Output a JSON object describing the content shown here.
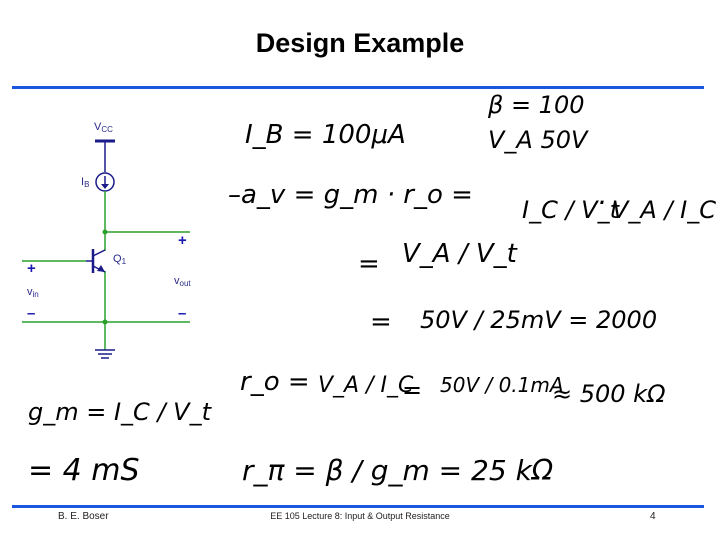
{
  "slide": {
    "title": "Design Example",
    "footer_author": "B. E. Boser",
    "footer_course": "EE 105 Lecture 8: Input & Output Resistance",
    "footer_page": "4"
  },
  "circuit": {
    "vcc_main": "V",
    "vcc_sub": "CC",
    "ib_main": "I",
    "ib_sub": "B",
    "q_main": "Q",
    "q_sub": "1",
    "vin_main": "v",
    "vin_sub": "in",
    "vout_main": "v",
    "vout_sub": "out",
    "plus": "+",
    "minus": "–"
  },
  "handwriting": {
    "ib": "I_B = 100μA",
    "beta": "β = 100",
    "va": "V_A  50V",
    "av_lhs": "–a_v =  g_m · r_o  =",
    "ic_over_vt": "I_C / V_t",
    "dot": "·",
    "va_over_ic": "V_A / I_C",
    "eq1": "=",
    "va_vt": "V_A / V_t",
    "eq2": "=",
    "num": "50V / 25mV = 2000",
    "ro_lhs": "r_o =",
    "ro_frac": "V_A / I_C",
    "ro_eq": "=",
    "ro_num": "50V / 0.1mA",
    "ro_res": "≈ 500 kΩ",
    "gm_lhs": "g_m = I_C / V_t",
    "gm_val": "= 4 mS",
    "rpi": "r_π = β / g_m = 25 kΩ"
  }
}
